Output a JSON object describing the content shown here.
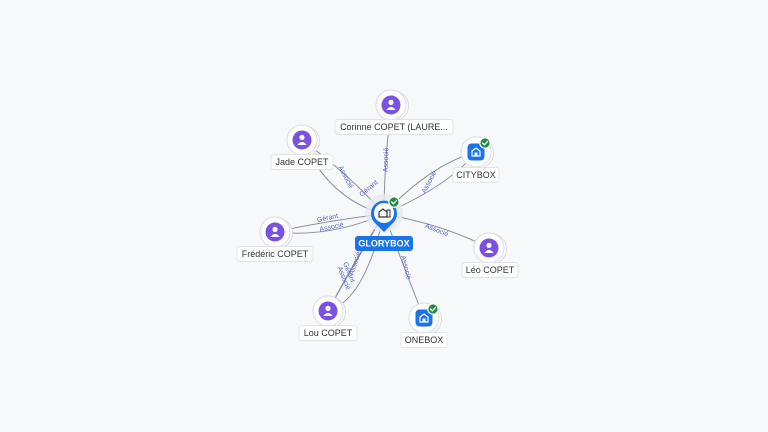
{
  "center": {
    "label": "GLORYBOX",
    "icon": "company-icon",
    "badge": "verified-check-icon",
    "color": "#1a73e8"
  },
  "colors": {
    "person": "#7b52e0",
    "company": "#1a73e8",
    "check": "#1e8e3e",
    "edge": "#8a8fa3",
    "edge_label": "#5b61c9"
  },
  "nodes": [
    {
      "id": "corinne",
      "type": "person",
      "label": "Corinne COPET (LAURE...",
      "icon": "person-icon"
    },
    {
      "id": "jade",
      "type": "person",
      "label": "Jade COPET",
      "icon": "person-icon"
    },
    {
      "id": "citybox",
      "type": "company",
      "label": "CITYBOX",
      "icon": "company-icon",
      "badge": "verified-check-icon"
    },
    {
      "id": "frederic",
      "type": "person",
      "label": "Frédéric COPET",
      "icon": "person-icon"
    },
    {
      "id": "leo",
      "type": "person",
      "label": "Léo COPET",
      "icon": "person-icon"
    },
    {
      "id": "lou",
      "type": "person",
      "label": "Lou COPET",
      "icon": "person-icon"
    },
    {
      "id": "onebox",
      "type": "company",
      "label": "ONEBOX",
      "icon": "company-icon",
      "badge": "verified-check-icon"
    }
  ],
  "edge_labels": [
    {
      "id": "corinne",
      "labels": [
        "Associé"
      ]
    },
    {
      "id": "jade",
      "labels": [
        "Associé",
        "Gérant"
      ]
    },
    {
      "id": "citybox",
      "labels": [
        "Associé"
      ]
    },
    {
      "id": "frederic",
      "labels": [
        "Gérant",
        "Associé"
      ]
    },
    {
      "id": "leo",
      "labels": [
        "Associé"
      ]
    },
    {
      "id": "lou",
      "labels": [
        "Associé",
        "Gérant",
        "Associé"
      ]
    },
    {
      "id": "onebox",
      "labels": [
        "Associé"
      ]
    }
  ]
}
